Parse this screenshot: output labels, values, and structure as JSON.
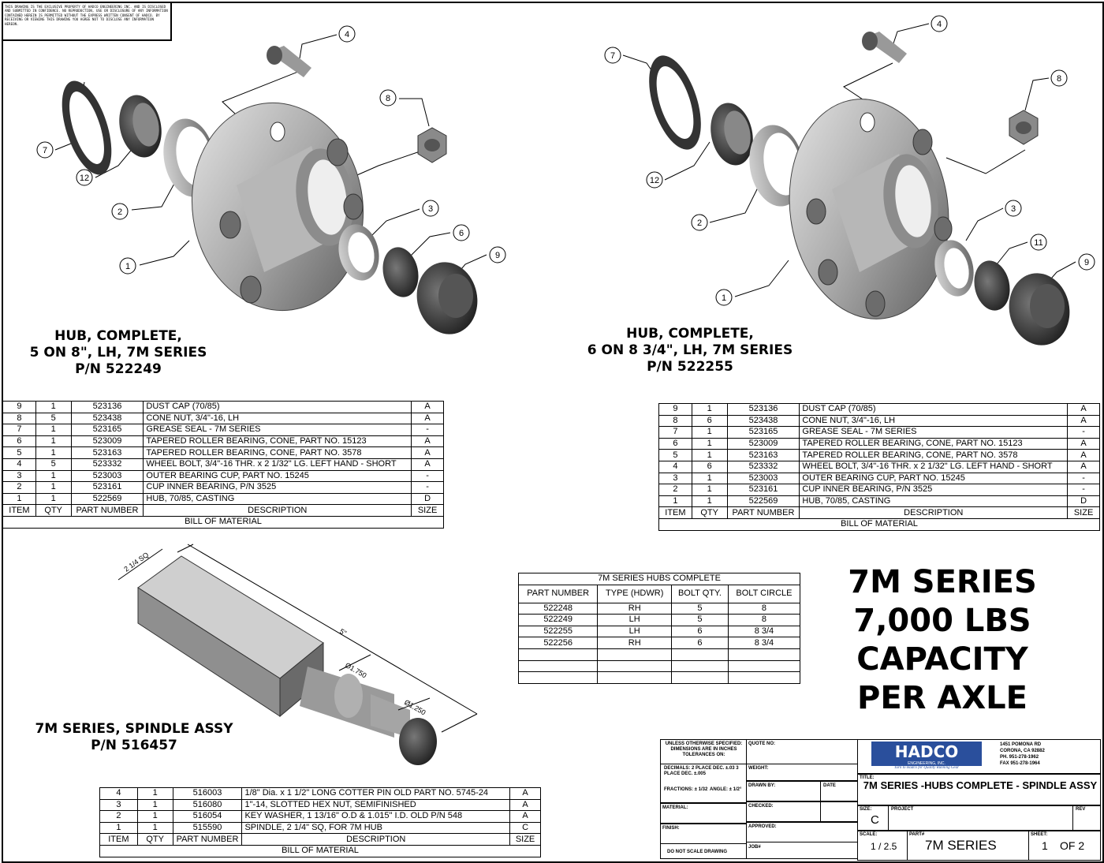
{
  "notice_text": "THIS DRAWING IS THE EXCLUSIVE PROPERTY OF HADCO ENGINEERING INC. AND IS DISCLOSED AND SUBMITTED IN CONFIDENCE. NO REPRODUCTION, USE OR DISCLOSURE OF ANY INFORMATION CONTAINED HEREIN IS PERMITTED WITHOUT THE EXPRESS WRITTEN CONSENT OF HADCO. BY RECEIVING OR VIEWING THIS DRAWING YOU AGREE NOT TO DISCLOSE ANY INFORMATION HEREON.",
  "hub1": {
    "caption": [
      "HUB, COMPLETE,",
      "5 ON 8\", LH, 7M SERIES",
      "P/N 522249"
    ],
    "balloons": [
      "4",
      "7",
      "8",
      "12",
      "2",
      "3",
      "6",
      "9",
      "1"
    ]
  },
  "hub2": {
    "caption": [
      "HUB, COMPLETE,",
      "6 ON 8 3/4\", LH, 7M SERIES",
      "P/N 522255"
    ],
    "balloons": [
      "4",
      "7",
      "8",
      "12",
      "2",
      "3",
      "11",
      "9",
      "1"
    ]
  },
  "spindle": {
    "caption": [
      "7M SERIES, SPINDLE ASSY",
      "P/N 516457"
    ],
    "dims": [
      "2 1/4 SQ",
      "5\"",
      "Ø1.750",
      "Ø1.250"
    ]
  },
  "bom_headers": [
    "ITEM",
    "QTY",
    "PART NUMBER",
    "DESCRIPTION",
    "SIZE"
  ],
  "bom_caption": "BILL OF MATERIAL",
  "bom1": [
    [
      "9",
      "1",
      "523136",
      "DUST CAP (70/85)",
      "A"
    ],
    [
      "8",
      "5",
      "523438",
      "CONE NUT, 3/4\"-16, LH",
      "A"
    ],
    [
      "7",
      "1",
      "523165",
      "GREASE SEAL - 7M SERIES",
      "-"
    ],
    [
      "6",
      "1",
      "523009",
      "TAPERED ROLLER BEARING, CONE, PART NO. 15123",
      "A"
    ],
    [
      "5",
      "1",
      "523163",
      "TAPERED ROLLER BEARING, CONE, PART NO. 3578",
      "A"
    ],
    [
      "4",
      "5",
      "523332",
      "WHEEL BOLT, 3/4\"-16 THR. x 2 1/32\" LG. LEFT HAND - SHORT",
      "A"
    ],
    [
      "3",
      "1",
      "523003",
      "OUTER BEARING CUP, PART NO. 15245",
      "-"
    ],
    [
      "2",
      "1",
      "523161",
      "CUP INNER BEARING, P/N 3525",
      "-"
    ],
    [
      "1",
      "1",
      "522569",
      "HUB, 70/85, CASTING",
      "D"
    ]
  ],
  "bom2": [
    [
      "9",
      "1",
      "523136",
      "DUST CAP (70/85)",
      "A"
    ],
    [
      "8",
      "6",
      "523438",
      "CONE NUT, 3/4\"-16, LH",
      "A"
    ],
    [
      "7",
      "1",
      "523165",
      "GREASE SEAL - 7M SERIES",
      "-"
    ],
    [
      "6",
      "1",
      "523009",
      "TAPERED ROLLER BEARING, CONE, PART NO. 15123",
      "A"
    ],
    [
      "5",
      "1",
      "523163",
      "TAPERED ROLLER BEARING, CONE, PART NO. 3578",
      "A"
    ],
    [
      "4",
      "6",
      "523332",
      "WHEEL BOLT, 3/4\"-16 THR. x 2 1/32\" LG. LEFT HAND - SHORT",
      "A"
    ],
    [
      "3",
      "1",
      "523003",
      "OUTER BEARING CUP, PART NO. 15245",
      "-"
    ],
    [
      "2",
      "1",
      "523161",
      "CUP INNER BEARING, P/N 3525",
      "-"
    ],
    [
      "1",
      "1",
      "522569",
      "HUB, 70/85, CASTING",
      "D"
    ]
  ],
  "bom3": [
    [
      "4",
      "1",
      "516003",
      "1/8\" Dia. x 1 1/2\" LONG COTTER PIN OLD PART NO. 5745-24",
      "A"
    ],
    [
      "3",
      "1",
      "516080",
      "1\"-14, SLOTTED HEX NUT, SEMIFINISHED",
      "A"
    ],
    [
      "2",
      "1",
      "516054",
      "KEY WASHER, 1 13/16\" O.D & 1.015\" I.D. OLD P/N 548",
      "A"
    ],
    [
      "1",
      "1",
      "515590",
      "SPINDLE, 2 1/4\" SQ, FOR 7M HUB",
      "C"
    ]
  ],
  "hubs_table": {
    "title": "7M SERIES HUBS COMPLETE",
    "headers": [
      "PART NUMBER",
      "TYPE (HDWR)",
      "BOLT QTY.",
      "BOLT CIRCLE"
    ],
    "rows": [
      [
        "522248",
        "RH",
        "5",
        "8"
      ],
      [
        "522249",
        "LH",
        "5",
        "8"
      ],
      [
        "522255",
        "LH",
        "6",
        "8 3/4"
      ],
      [
        "522256",
        "RH",
        "6",
        "8 3/4"
      ],
      [
        "",
        "",
        "",
        ""
      ],
      [
        "",
        "",
        "",
        ""
      ],
      [
        "",
        "",
        "",
        ""
      ]
    ]
  },
  "capacity": [
    "7M SERIES",
    "7,000 LBS",
    "CAPACITY",
    "PER AXLE"
  ],
  "title_block": {
    "unless": "UNLESS OTHERWISE SPECIFIED: DIMENSIONS ARE IN INCHES TOLERANCES ON:",
    "decimals": "DECIMALS: 2 PLACE DEC. ±.03 3 PLACE DEC. ±.005",
    "fractions": "FRACTIONS: ± 1/32",
    "angle": "ANGLE: ± 1/2°",
    "material": "MATERIAL:",
    "finish": "FINISH:",
    "dnsd": "DO NOT SCALE DRAWING",
    "quote_no": "QUOTE NO:",
    "weight": "WEIGHT:",
    "drawn_by": "DRAWN BY:",
    "date": "DATE",
    "checked": "CHECKED:",
    "approved": "APPROVED:",
    "job": "JOB#",
    "logo": "HADCO",
    "logo_sub": "ENGINEERING, INC.",
    "tagline": "Turn to Hadco for Quality Running Gear",
    "address": [
      "1451 POMONA RD",
      "CORONA, CA 92882",
      "PH. 951-278-1962",
      "FAX 951-278-1964"
    ],
    "title_label": "TITLE:",
    "title": "7M SERIES -HUBS COMPLETE -  SPINDLE ASSY",
    "size_label": "SIZE:",
    "size": "C",
    "project_label": "PROJECT",
    "rev_label": "REV",
    "scale_label": "SCALE:",
    "scale": "1 / 2.5",
    "part_label": "PART#",
    "part": "7M SERIES",
    "sheet_label": "SHEET:",
    "sheet": "1",
    "of": "OF 2"
  }
}
